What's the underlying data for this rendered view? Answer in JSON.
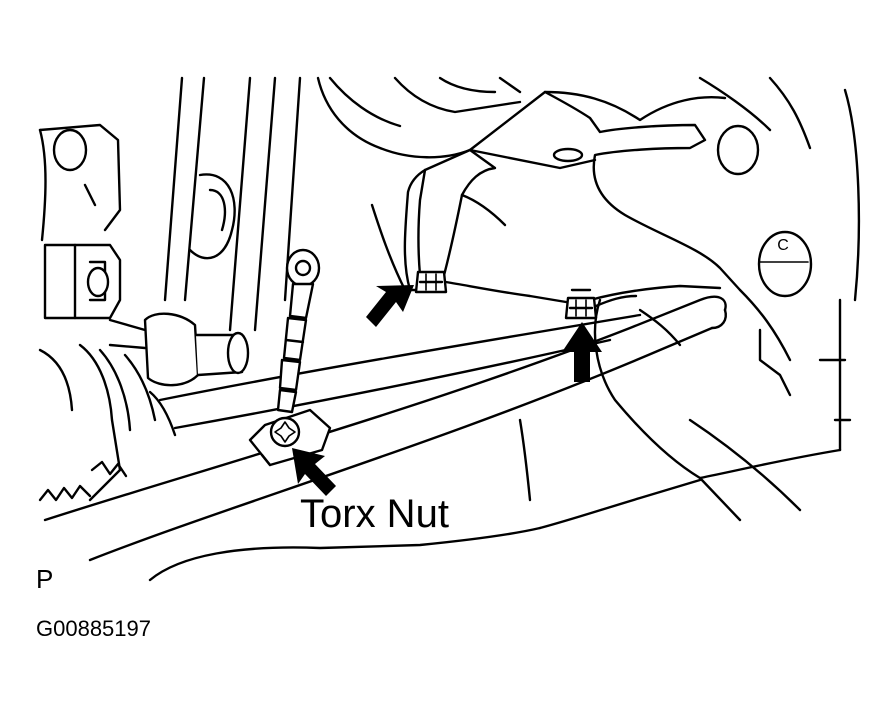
{
  "labels": {
    "torx_nut": "Torx Nut",
    "view_marker": "P",
    "figure_id": "G00885197",
    "part_marker": "C"
  },
  "callouts": [
    {
      "name": "left-bracket-nut-arrow",
      "target": "nut"
    },
    {
      "name": "right-bracket-nut-arrow",
      "target": "nut"
    },
    {
      "name": "torx-nut-arrow",
      "target": "torx nut"
    }
  ],
  "colors": {
    "line": "#000000",
    "background": "#ffffff"
  }
}
